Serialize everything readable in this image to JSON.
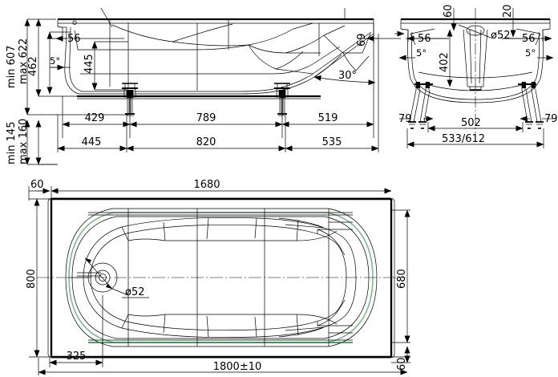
{
  "drawing": {
    "title": "Bathtub technical drawing — side view, end view, plan view",
    "units": "mm",
    "line_color": "#000000",
    "accent_color": "#1f7a3d",
    "background": "#ffffff"
  },
  "side_view": {
    "name": "side-elevation",
    "vertical_dims": [
      {
        "id": "min607",
        "label": "min 607"
      },
      {
        "id": "max622",
        "label": "max 622"
      },
      {
        "id": "d462",
        "label": "462"
      },
      {
        "id": "min145",
        "label": "min 145"
      },
      {
        "id": "max160",
        "label": "max 160"
      }
    ],
    "inner_dims": [
      {
        "id": "d56",
        "label": "56"
      },
      {
        "id": "d445",
        "label": "445"
      },
      {
        "id": "a5",
        "label": "5°"
      },
      {
        "id": "d69",
        "label": "69"
      },
      {
        "id": "a30",
        "label": "30°"
      }
    ],
    "chain_upper": [
      {
        "id": "d429",
        "label": "429"
      },
      {
        "id": "d789",
        "label": "789"
      },
      {
        "id": "d519",
        "label": "519"
      }
    ],
    "chain_lower": [
      {
        "id": "d445b",
        "label": "445"
      },
      {
        "id": "d820",
        "label": "820"
      },
      {
        "id": "d535",
        "label": "535"
      }
    ]
  },
  "end_view": {
    "name": "end-elevation",
    "top_dims": [
      {
        "id": "e60",
        "label": "60"
      },
      {
        "id": "e20",
        "label": "20"
      }
    ],
    "inner_dims": [
      {
        "id": "e56l",
        "label": "56"
      },
      {
        "id": "e56r",
        "label": "56"
      },
      {
        "id": "ed52",
        "label": "ø52"
      },
      {
        "id": "e402",
        "label": "402"
      },
      {
        "id": "e5l",
        "label": "5°"
      },
      {
        "id": "e5r",
        "label": "5°"
      }
    ],
    "bottom_dims": [
      {
        "id": "e79l",
        "label": "79"
      },
      {
        "id": "e79r",
        "label": "79"
      },
      {
        "id": "e502",
        "label": "502"
      },
      {
        "id": "e533",
        "label": "533/612"
      }
    ]
  },
  "plan_view": {
    "name": "plan-top-view",
    "dims": [
      {
        "id": "p60tl",
        "label": "60"
      },
      {
        "id": "p1680",
        "label": "1680"
      },
      {
        "id": "p800",
        "label": "800"
      },
      {
        "id": "p680",
        "label": "680"
      },
      {
        "id": "p60br",
        "label": "60"
      },
      {
        "id": "p325",
        "label": "325"
      },
      {
        "id": "p1800",
        "label": "1800±10"
      },
      {
        "id": "pd52",
        "label": "ø52"
      }
    ]
  }
}
